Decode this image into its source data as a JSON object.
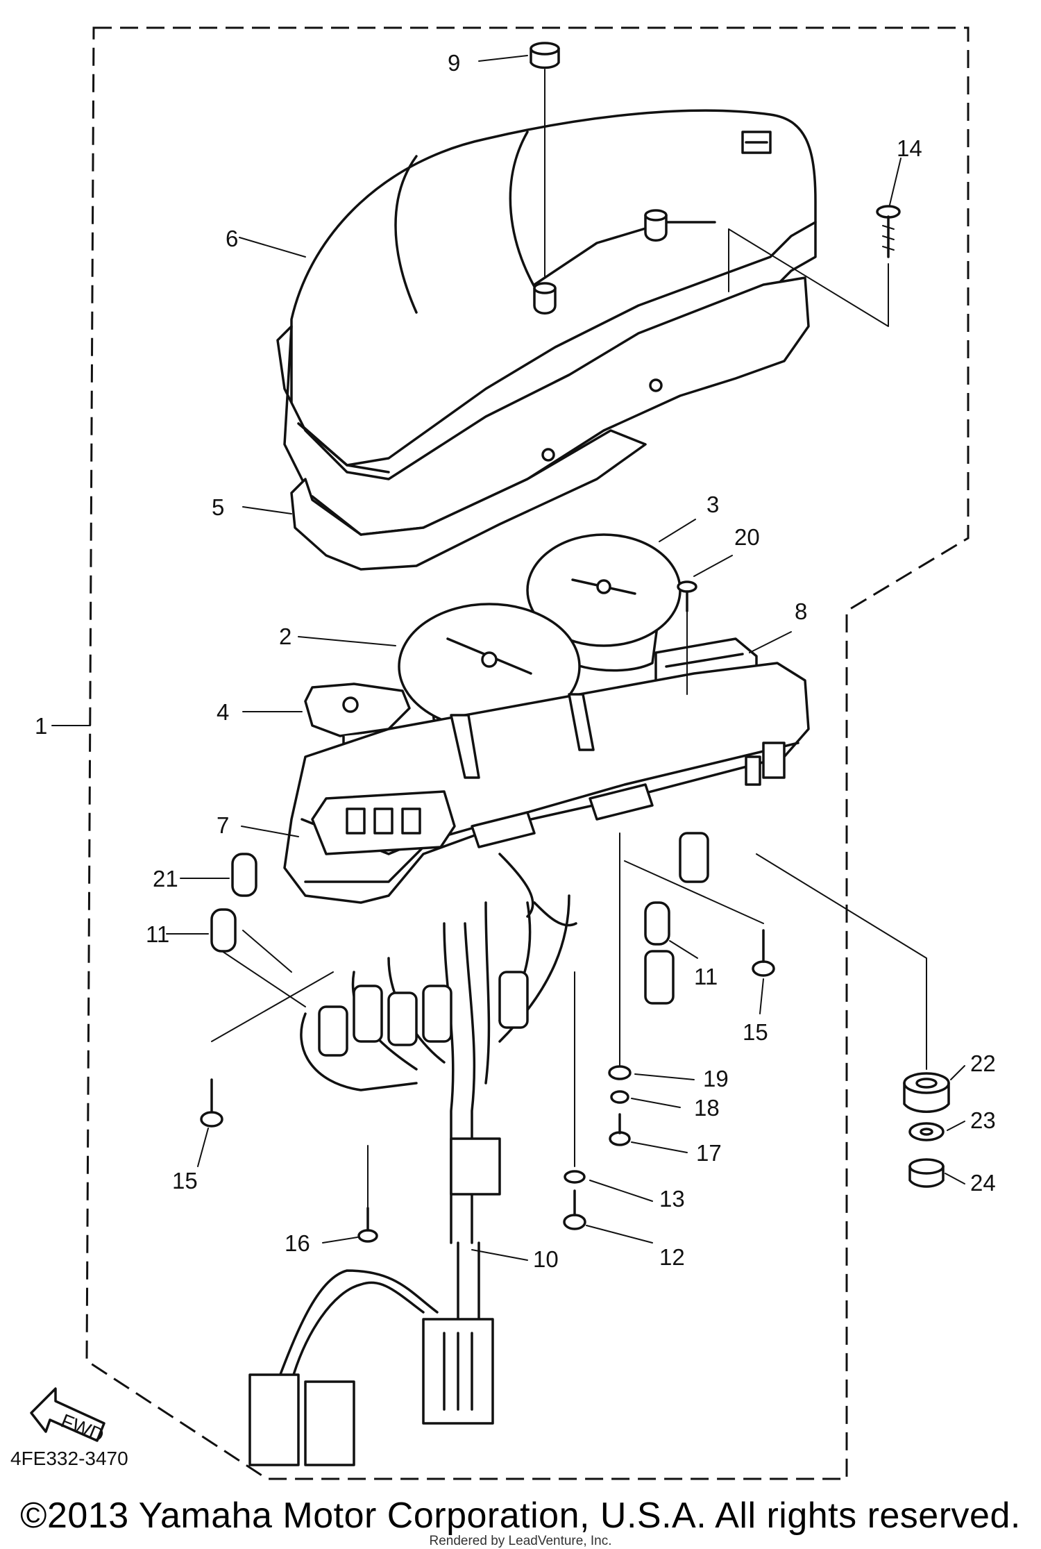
{
  "diagram": {
    "part_code": "4FE332-3470",
    "fwd_label": "FWD",
    "callouts": {
      "c1": "1",
      "c2": "2",
      "c3": "3",
      "c4": "4",
      "c5": "5",
      "c6": "6",
      "c7": "7",
      "c8": "8",
      "c9": "9",
      "c10": "10",
      "c11a": "11",
      "c11b": "11",
      "c12": "12",
      "c13": "13",
      "c14": "14",
      "c15a": "15",
      "c15b": "15",
      "c16": "16",
      "c17": "17",
      "c18": "18",
      "c19": "19",
      "c20": "20",
      "c21": "21",
      "c22": "22",
      "c23": "23",
      "c24": "24"
    }
  },
  "footer": {
    "copyright": "©2013 Yamaha Motor Corporation, U.S.A. All rights reserved.",
    "rendered_by": "Rendered by LeadVenture, Inc."
  }
}
